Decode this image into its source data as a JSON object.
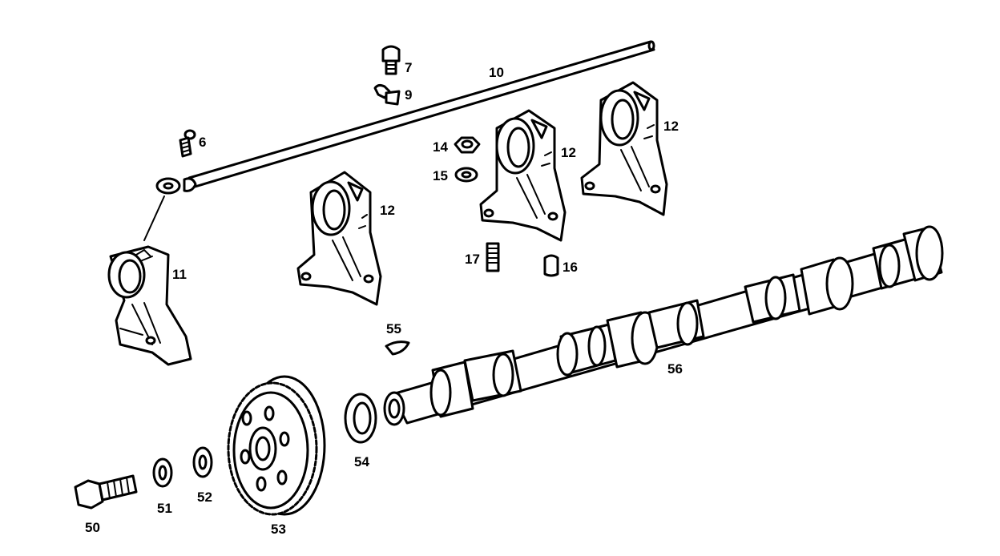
{
  "labels": {
    "p6": "6",
    "p7": "7",
    "p9": "9",
    "p10": "10",
    "p11": "11",
    "p12a": "12",
    "p12b": "12",
    "p12c": "12",
    "p14": "14",
    "p15": "15",
    "p16": "16",
    "p17": "17",
    "p50": "50",
    "p51": "51",
    "p52": "52",
    "p53": "53",
    "p54": "54",
    "p55": "55",
    "p56": "56"
  }
}
